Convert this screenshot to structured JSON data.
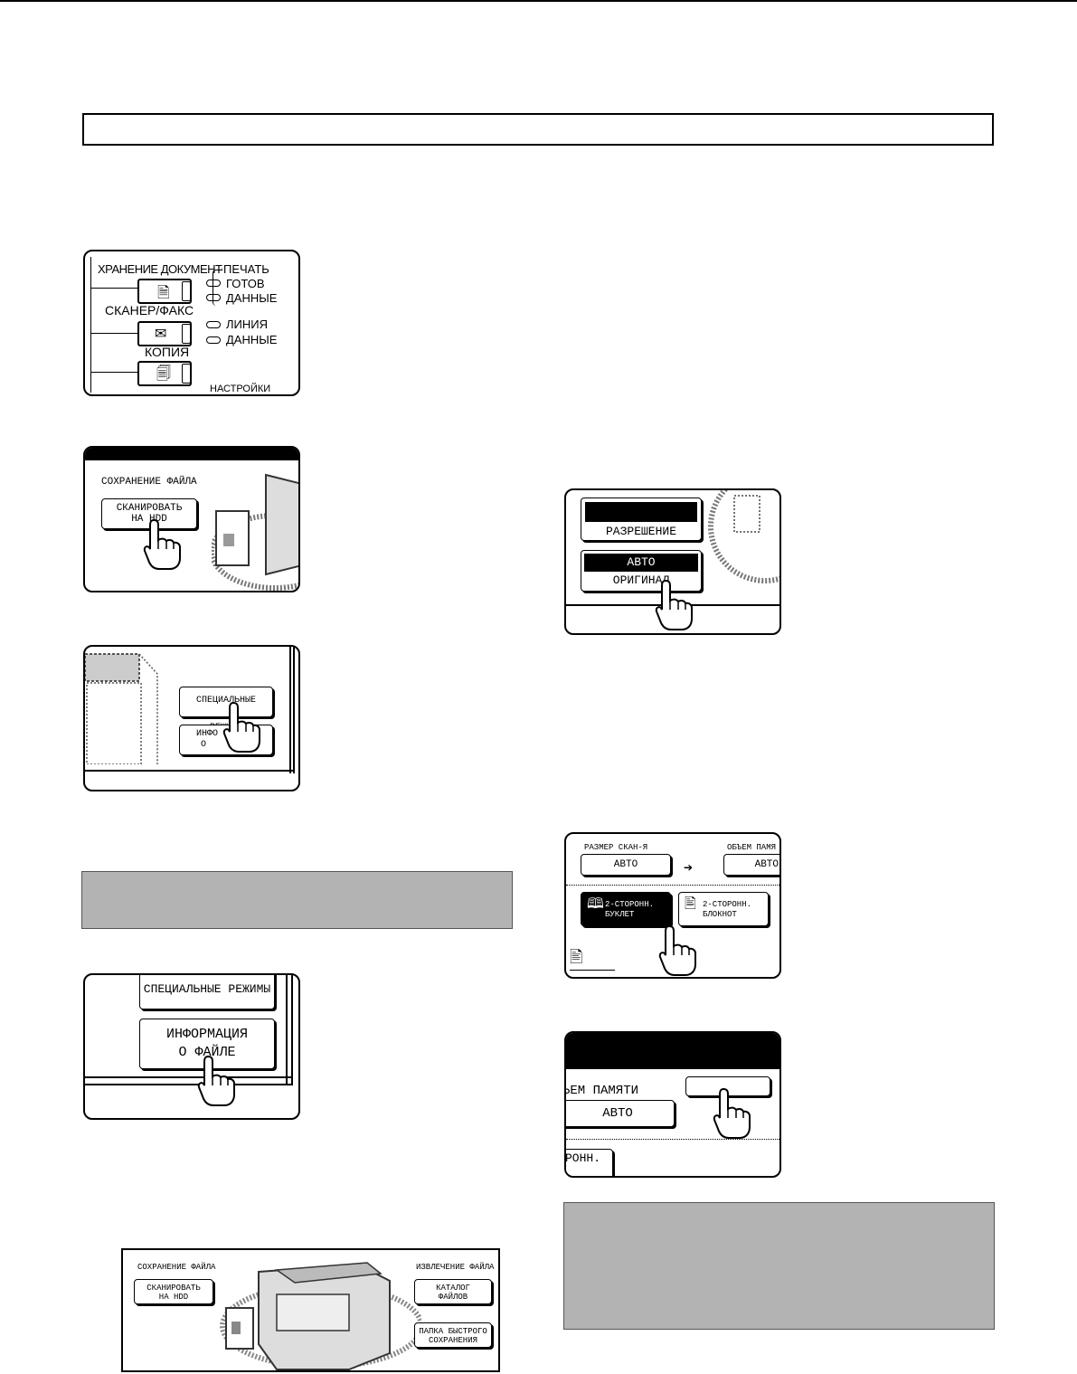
{
  "panel_keys": {
    "doc_filing": "ХРАНЕНИЕ ДОКУМЕНТОВ",
    "scanner_fax": "СКАНЕР/ФАКС",
    "copy": "КОПИЯ",
    "print": "ПЕЧАТЬ",
    "ready": "ГОТОВ",
    "data1": "ДАННЫЕ",
    "line": "ЛИНИЯ",
    "data2": "ДАННЫЕ",
    "settings": "НАСТРОЙКИ"
  },
  "scan_panel": {
    "section": "СОХРАНЕНИЕ ФАЙЛА",
    "scan_btn_line1": "СКАНИРОВАТЬ",
    "scan_btn_line2": "НА HDD"
  },
  "special_panel": {
    "special_btn": "СПЕЦИАЛЬНЫЕ РЕЖИМЫ",
    "info_btn_line1": "ИНФО",
    "info_btn_line1b": "ЯИ",
    "info_btn_line2": "О"
  },
  "file_info_panel": {
    "special_btn": "СПЕЦИАЛЬНЫЕ РЕЖИМЫ",
    "info_line1": "ИНФОРМАЦИЯ",
    "info_line2": "О ФАЙЛЕ"
  },
  "bottom_panel": {
    "save_section": "СОХРАНЕНИЕ ФАЙЛА",
    "scan_line1": "СКАНИРОВАТЬ",
    "scan_line2": "НА HDD",
    "retrieve_section": "ИЗВЛЕЧЕНИЕ ФАЙЛА",
    "catalog_line1": "КАТАЛОГ",
    "catalog_line2": "ФАЙЛОВ",
    "quick_line1": "ПАПКА БЫСТРОГО",
    "quick_line2": "СОХРАНЕНИЯ"
  },
  "resolution_panel": {
    "resolution_btn": "РАЗРЕШЕНИЕ",
    "auto_value": "АВТО",
    "original_btn": "ОРИГИНАЛ"
  },
  "duplex_panel": {
    "scan_size_label": "РАЗМЕР СКАН-Я",
    "scan_size_value": "АВТО",
    "memory_label": "ОБЪЕМ ПАМЯ",
    "memory_value": "АВТО",
    "booklet_line1": "2-СТОРОНН.",
    "booklet_line2": "БУКЛЕТ",
    "tablet_line1": "2-СТОРОНН.",
    "tablet_line2": "БЛОКНОТ"
  },
  "ok_panel": {
    "memory_label": "ЪЕМ ПАМЯТИ",
    "memory_value": "АВТО",
    "partial_btn": "РОНН."
  },
  "colors": {
    "gray_box": "#b3b3b3",
    "border": "#000000"
  }
}
